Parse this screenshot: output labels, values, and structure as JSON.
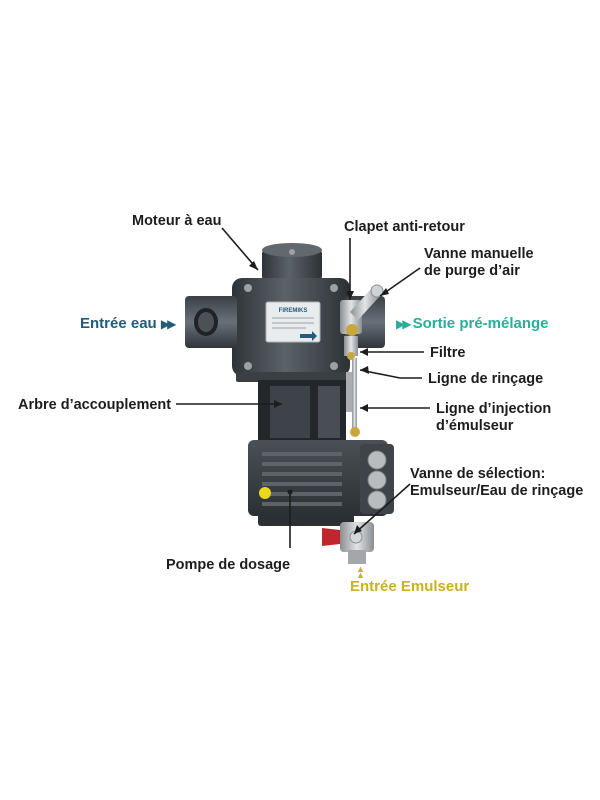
{
  "colors": {
    "inlet": "#1f5d7a",
    "outlet": "#2aae9a",
    "emulsifier": "#c9b21c",
    "label": "#1d1d1d",
    "body_dark": "#3b4146",
    "body_mid": "#565d63",
    "metal": "#b9bcbf"
  },
  "device": {
    "brand": "FIREMIKS"
  },
  "labels": {
    "water_motor": "Moteur à eau",
    "check_valve": "Clapet anti-retour",
    "manual_valve_1": "Vanne manuelle",
    "manual_valve_2": "de purge d’air",
    "filter": "Filtre",
    "rinse_line": "Ligne de rinçage",
    "coupling_shaft": "Arbre d’accouplement",
    "injection_line_1": "Ligne d’injection",
    "injection_line_2": "d’émulseur",
    "selector_valve_1": "Vanne de sélection:",
    "selector_valve_2": "Emulseur/Eau de rinçage",
    "dosing_pump": "Pompe de dosage"
  },
  "flows": {
    "water_inlet": "Entrée eau",
    "premix_outlet": "Sortie pré-mélange",
    "emulsifier_inlet": "Entrée Emulseur"
  },
  "icons": {
    "inlet_arrow": "double-chevron-right-icon",
    "outlet_arrow": "double-chevron-right-icon",
    "emulsifier_arrow": "double-chevron-up-icon"
  }
}
